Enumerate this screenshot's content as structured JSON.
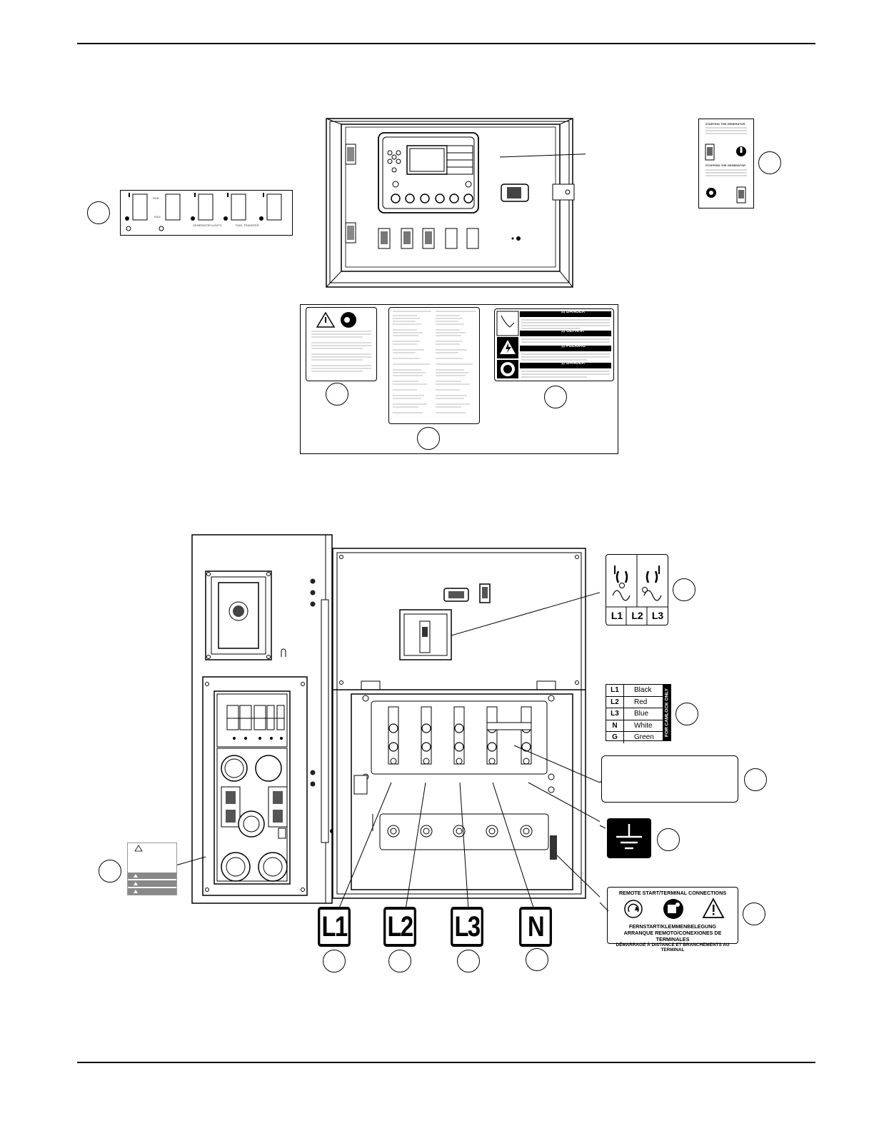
{
  "cable_table": {
    "rows": [
      {
        "line": "L1",
        "color": "Black"
      },
      {
        "line": "L2",
        "color": "Red"
      },
      {
        "line": "L3",
        "color": "Blue"
      },
      {
        "line": "N",
        "color": "White"
      },
      {
        "line": "G",
        "color": "Green"
      }
    ],
    "side_text": "FOR CAMLOCK ONLY"
  },
  "breaker_decal": {
    "labels": [
      "L1",
      "L2",
      "L3"
    ]
  },
  "terminal_labels": [
    "L1",
    "L2",
    "L3",
    "N"
  ],
  "remote_decal": {
    "title": "REMOTE START/TERMINAL CONNECTIONS",
    "line1": "FERNSTART/KLEMMENBELEGUNG",
    "line2": "ARRANQUE REMOTO/CONEXIONES DE TERMINALES",
    "line3": "DÉMARRAGE À DISTANCE ET BRANCHEMENTS AU TERMINAL"
  },
  "switch_decal": {
    "labels": [
      "RUN",
      "IDLE",
      "GENERATOR LIGHTS",
      "FUEL TRANSFER"
    ]
  },
  "start_stop_decal": {
    "heading1": "STARTING THE GENERATOR",
    "heading2": "STOPPING THE GENERATOR"
  },
  "danger_decal": {
    "headings": [
      "⚠ DANGER",
      "⚠ GEFAHR",
      "⚠ PELIGRO",
      "⚠ DANGER"
    ]
  }
}
